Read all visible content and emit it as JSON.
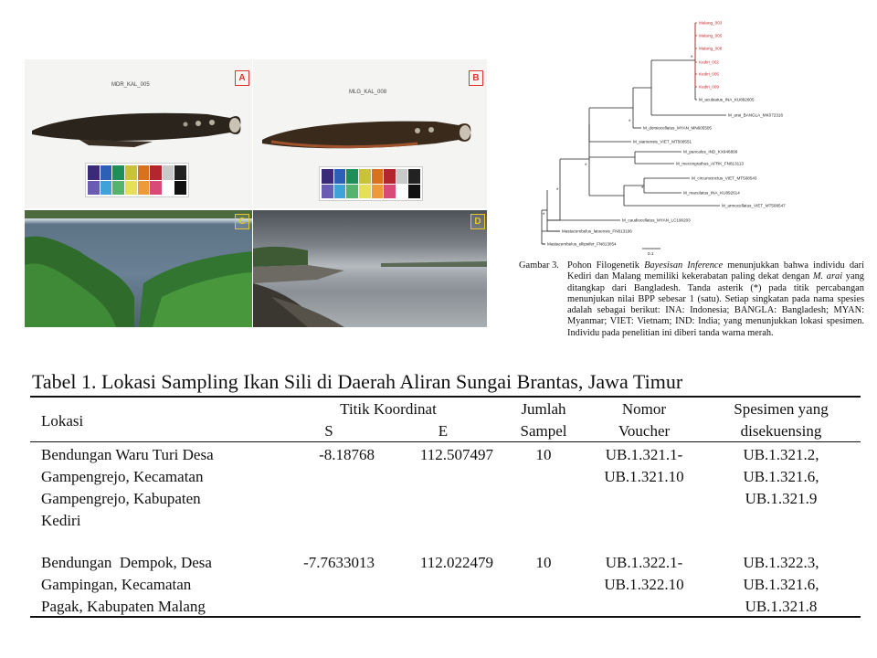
{
  "figure": {
    "panels": [
      {
        "letter": "A",
        "specimen_tag": "MDR_KAL_005"
      },
      {
        "letter": "B",
        "specimen_tag": "MLG_KAL_008"
      },
      {
        "letter": "C"
      },
      {
        "letter": "D"
      }
    ],
    "color_card_swatches": [
      "#3a2a7a",
      "#2b5fb8",
      "#1f8f5a",
      "#c9c23a",
      "#d8721f",
      "#b3262e",
      "#c9c9c9",
      "#222222",
      "#6a5bb3",
      "#3fa3d8",
      "#55b36b",
      "#e5e05a",
      "#ec9a3a",
      "#d94a76",
      "#ffffff",
      "#111111"
    ]
  },
  "tree": {
    "tips": [
      {
        "label": "Malang_003",
        "highlight": true
      },
      {
        "label": "Malang_005",
        "highlight": true
      },
      {
        "label": "Malang_008",
        "highlight": true
      },
      {
        "label": "Kediri_002",
        "highlight": true
      },
      {
        "label": "Kediri_005",
        "highlight": true
      },
      {
        "label": "Kediri_009",
        "highlight": true
      },
      {
        "label": "M_aculeatus_INA_KU892605",
        "highlight": false
      },
      {
        "label": "M_arai_BANGLA_MK072316",
        "highlight": false
      },
      {
        "label": "M_dorsiocellatus_MYAN_MN605505",
        "highlight": false
      },
      {
        "label": "M_siamensis_VIET_MT508551",
        "highlight": false
      },
      {
        "label": "M_pancalus_IND_KX946899",
        "highlight": false
      },
      {
        "label": "M_mecongrathus_AFRK_FN813113",
        "highlight": false
      },
      {
        "label": "M_circumcinctus_VIET_MT508543",
        "highlight": false
      },
      {
        "label": "M_maculatus_INA_KU892614",
        "highlight": false
      },
      {
        "label": "M_armocellatus_VIET_MT508547",
        "highlight": false
      },
      {
        "label": "M_caudiocellatus_MYAN_LC190203",
        "highlight": false
      },
      {
        "label": "Mastacembelus_latoensis_FN813106",
        "highlight": false
      },
      {
        "label": "Mastacembelus_ellipsifer_FN813054",
        "highlight": false
      }
    ],
    "asterisk": "*",
    "scale_label": "0.1"
  },
  "caption": {
    "label": "Gambar 3.",
    "parts": {
      "p1": "Pohon Filogenetik ",
      "p2": "Bayesisan Inference",
      "p3": " menunjukkan bahwa individu dari Kediri dan Malang memiliki kekerabatan paling dekat dengan ",
      "p4": "M. arai",
      "p5": " yang ditangkap dari Bangladesh. Tanda asterik (*) pada titik percabangan menunjukan nilai BPP sebesar 1 (satu). Setiap singkatan pada nama spesies adalah sebagai berikut: INA: Indonesia; BANGLA: Bangladesh; MYAN: Myanmar; VIET: Vietnam; IND: India; yang menunjukkan lokasi spesimen. Individu pada penelitian ini diberi tanda warna merah."
    }
  },
  "table": {
    "title": "Tabel 1. Lokasi Sampling Ikan Sili di Daerah Aliran Sungai Brantas, Jawa Timur",
    "headers": {
      "lokasi": "Lokasi",
      "titik": "Titik Koordinat",
      "s": "S",
      "e": "E",
      "jumlah_1": "Jumlah",
      "jumlah_2": "Sampel",
      "nomor_1": "Nomor",
      "nomor_2": "Voucher",
      "spes_1": "Spesimen yang",
      "spes_2": "disekuensing"
    },
    "rows": [
      {
        "lokasi": [
          "Bendungan Waru Turi Desa",
          "Gampengrejo, Kecamatan",
          "Gampengrejo, Kabupaten",
          "Kediri"
        ],
        "s": "-8.18768",
        "e": "112.507497",
        "jumlah": "10",
        "voucher": [
          "UB.1.321.1-",
          "UB.1.321.10"
        ],
        "spesimen": [
          "UB.1.321.2,",
          "UB.1.321.6,",
          "UB.1.321.9"
        ]
      },
      {
        "lokasi": [
          "Bendungan  Dempok, Desa",
          "Gampingan, Kecamatan",
          "Pagak, Kabupaten Malang"
        ],
        "s": "-7.7633013",
        "e": "112.022479",
        "jumlah": "10",
        "voucher": [
          "UB.1.322.1-",
          "UB.1.322.10"
        ],
        "spesimen": [
          "UB.1.322.3,",
          "UB.1.321.6,",
          "UB.1.321.8"
        ]
      }
    ]
  }
}
